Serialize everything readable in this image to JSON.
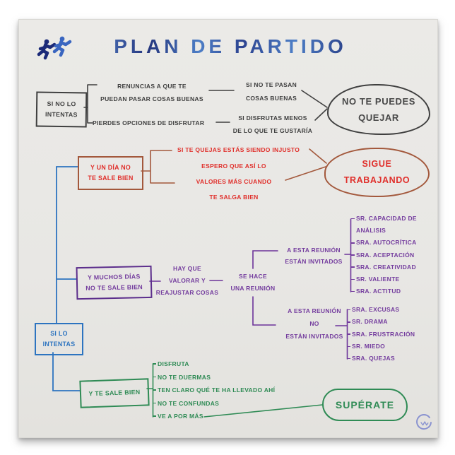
{
  "title": "PLAN DE PARTIDO",
  "palette": {
    "title_blue": "#35509f",
    "ink_black": "#3f3f3f",
    "blue": "#2d74c0",
    "red": "#e02f2b",
    "brown": "#a3583c",
    "purple": "#743d9e",
    "green": "#2f8b55",
    "watermark_blue": "#8a93d0",
    "paper": "#e9e8e5"
  },
  "icons": {
    "runners": "runners-icon",
    "watermark": "circle-monogram-icon"
  },
  "no_intentas": {
    "root": "SI NO LO\nINTENTAS",
    "consequence1": "RENUNCIAS A QUE TE\nPUEDAN PASAR COSAS BUENAS",
    "result1": "SI NO TE PASAN\nCOSAS BUENAS",
    "consequence2": "PIERDES OPCIONES DE DISFRUTAR",
    "result2": "SI DISFRUTAS MENOS\nDE LO QUE TE GUSTARÍA",
    "conclusion": "NO TE PUEDES\nQUEJAR"
  },
  "si_intentas": {
    "root": "SI LO\nINTENTAS",
    "un_dia": {
      "label": "Y UN DÍA NO\nTE SALE BIEN",
      "note1": "SI TE QUEJAS ESTÁS SIENDO INJUSTO",
      "note2": "ESPERO QUE ASÍ LO\nVALORES MÁS CUANDO\nTE SALGA BIEN",
      "conclusion": "SIGUE\nTRABAJANDO"
    },
    "muchos_dias": {
      "label": "Y MUCHOS DÍAS\nNO TE SALE BIEN",
      "step1": "HAY QUE\nVALORAR Y\nREAJUSTAR COSAS",
      "step2": "SE HACE\nUNA REUNIÓN",
      "invited_header": "A ESTA REUNIÓN\nESTÁN INVITADOS",
      "invited": [
        "SR. CAPACIDAD DE\nANÁLISIS",
        "SRA. AUTOCRÍTICA",
        "SRA. ACEPTACIÓN",
        "SRA. CREATIVIDAD",
        "SR. VALIENTE",
        "SRA. ACTITUD"
      ],
      "not_invited_header": "A ESTA REUNIÓN\nNO\nESTÁN INVITADOS",
      "not_invited": [
        "SRA. EXCUSAS",
        "SR. DRAMA",
        "SRA. FRUSTRACIÓN",
        "SR. MIEDO",
        "SRA. QUEJAS"
      ]
    },
    "sale_bien": {
      "label": "Y TE SALE BIEN",
      "tips": [
        "DISFRUTA",
        "NO TE DUERMAS",
        "TEN CLARO QUÉ TE HA LLEVADO AHÍ",
        "NO TE CONFUNDAS",
        "VE A POR MÁS"
      ],
      "conclusion": "SUPÉRATE"
    }
  }
}
